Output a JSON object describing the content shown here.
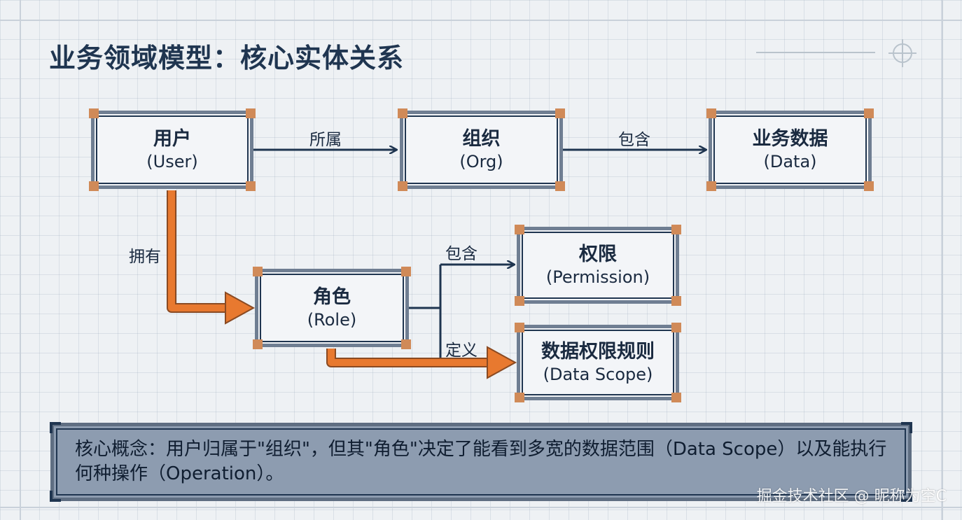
{
  "title": "业务领域模型：核心实体关系",
  "nodes": {
    "user": {
      "name": "用户",
      "en": "(User)"
    },
    "org": {
      "name": "组织",
      "en": "(Org)"
    },
    "data": {
      "name": "业务数据",
      "en": "(Data)"
    },
    "role": {
      "name": "角色",
      "en": "(Role)"
    },
    "permission": {
      "name": "权限",
      "en": "(Permission)"
    },
    "scope": {
      "name": "数据权限规则",
      "en": "(Data Scope)"
    }
  },
  "edges": {
    "user_org": "所属",
    "org_data": "包含",
    "user_role": "拥有",
    "role_permission": "包含",
    "role_scope": "定义"
  },
  "callout": "核心概念：用户归属于\"组织\"，但其\"角色\"决定了能看到多宽的数据范围（Data Scope）以及能执行何种操作（Operation）。",
  "watermark": "掘金技术社区 @ 昵称为空C",
  "colors": {
    "navy": "#1f3550",
    "orange": "#e8792f",
    "corner": "#d08a58",
    "callout_bg": "#8d9cb0"
  }
}
